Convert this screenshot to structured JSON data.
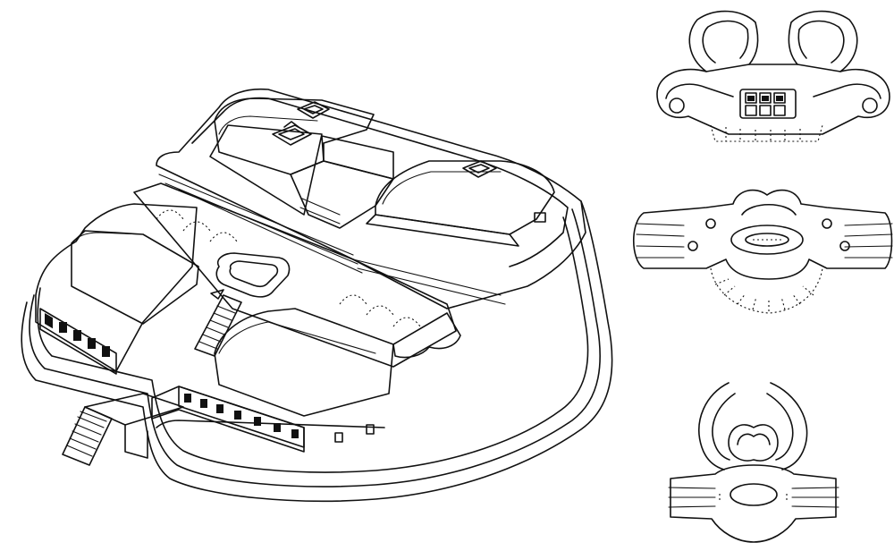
{
  "figure": {
    "colors": {
      "ink": "#111111",
      "paper": "#ffffff"
    },
    "panels": [
      {
        "name": "terraced-platform-complex",
        "icon": "stepped-platform-drawing"
      },
      {
        "name": "motif-upper",
        "icon": "stylized-face-motif"
      },
      {
        "name": "motif-middle",
        "icon": "winged-face-motif"
      },
      {
        "name": "motif-lower",
        "icon": "crab-like-motif"
      }
    ]
  }
}
